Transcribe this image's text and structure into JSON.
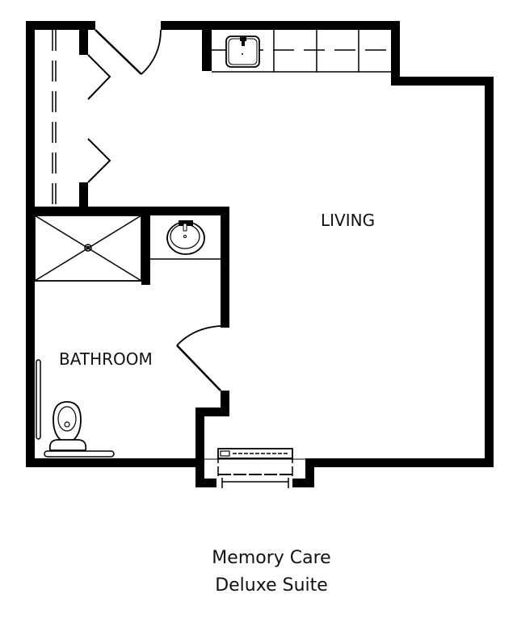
{
  "floorplan": {
    "rooms": [
      {
        "id": "living",
        "label": "LIVING"
      },
      {
        "id": "bathroom",
        "label": "BATHROOM"
      }
    ],
    "fixtures": [
      "closet-bifold-doors",
      "entry-door",
      "kitchenette-counter",
      "kitchen-sink",
      "shower",
      "shower-drain",
      "vanity-sink",
      "toilet",
      "grab-bars",
      "bathroom-door",
      "window-ac-unit"
    ],
    "colors": {
      "wall": "#000000",
      "background": "#ffffff",
      "text": "#111111"
    }
  },
  "caption": {
    "line1": "Memory Care",
    "line2": "Deluxe Suite"
  }
}
